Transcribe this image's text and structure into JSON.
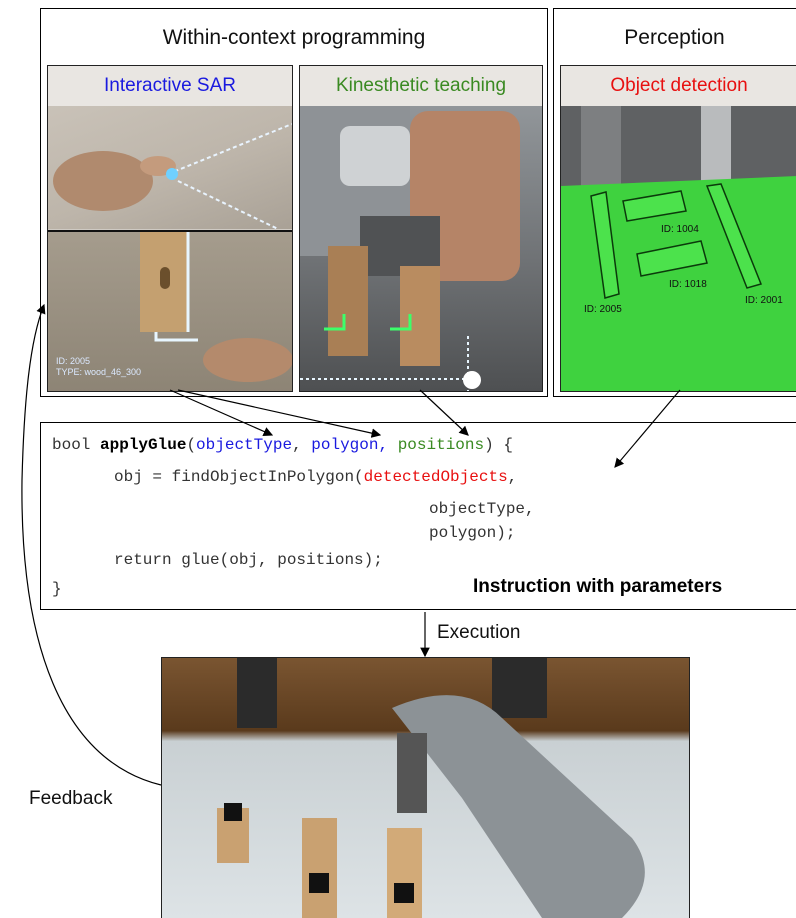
{
  "colors": {
    "sar": "#1a1adf",
    "kinesthetic": "#3a8a22",
    "detection": "#e81010",
    "green_scene": "#3fd23f"
  },
  "sections": {
    "within_context": "Within-context programming",
    "perception": "Perception"
  },
  "labels": {
    "interactive_sar": "Interactive SAR",
    "kinesthetic": "Kinesthetic teaching",
    "object_detection": "Object detection"
  },
  "sar_overlay": {
    "id_line": "ID: 2005",
    "type_line": "TYPE: wood_46_300"
  },
  "detection_ids": [
    "ID: 1004",
    "ID: 1018",
    "ID: 2005",
    "ID: 2001"
  ],
  "code": {
    "kw_bool": "bool",
    "func_name": "applyGlue",
    "paren_open": "(",
    "param_object_type": "objectType",
    "comma1": ", ",
    "param_polygon": "polygon,",
    "space": " ",
    "param_positions": "positions",
    "sig_end": ") {",
    "line2_prefix": "obj = findObjectInPolygon(",
    "detected_objects": "detectedObjects",
    "comma2": ",",
    "line3": "objectType,",
    "line4": "polygon);",
    "line5": "return glue(obj, positions);",
    "closing": "}",
    "caption": "Instruction with parameters"
  },
  "flow": {
    "execution": "Execution",
    "feedback": "Feedback"
  }
}
